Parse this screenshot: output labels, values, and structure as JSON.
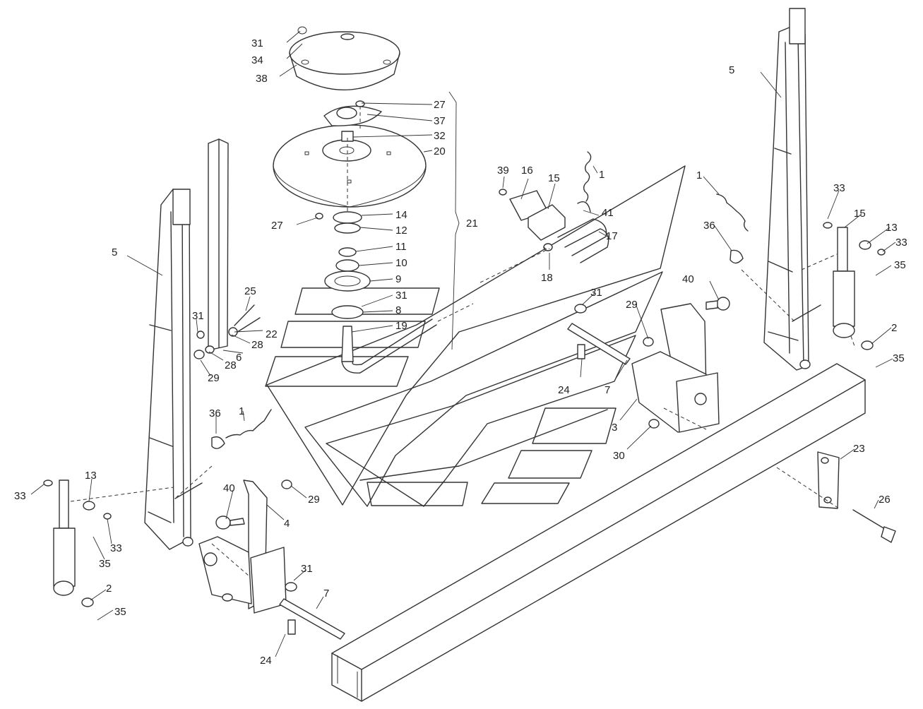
{
  "colors": {
    "line": "#333333",
    "text": "#222222",
    "background": "#ffffff"
  },
  "callouts": [
    {
      "id": "c31a",
      "text": "31"
    },
    {
      "id": "c34",
      "text": "34"
    },
    {
      "id": "c38",
      "text": "38"
    },
    {
      "id": "c27a",
      "text": "27"
    },
    {
      "id": "c37",
      "text": "37"
    },
    {
      "id": "c32",
      "text": "32"
    },
    {
      "id": "c20",
      "text": "20"
    },
    {
      "id": "c27b",
      "text": "27"
    },
    {
      "id": "c14",
      "text": "14"
    },
    {
      "id": "c12",
      "text": "12"
    },
    {
      "id": "c11",
      "text": "11"
    },
    {
      "id": "c10",
      "text": "10"
    },
    {
      "id": "c9",
      "text": "9"
    },
    {
      "id": "c31b",
      "text": "31"
    },
    {
      "id": "c8",
      "text": "8"
    },
    {
      "id": "c19",
      "text": "19"
    },
    {
      "id": "c21",
      "text": "21"
    },
    {
      "id": "c39",
      "text": "39"
    },
    {
      "id": "c16",
      "text": "16"
    },
    {
      "id": "c15a",
      "text": "15"
    },
    {
      "id": "c1a",
      "text": "1"
    },
    {
      "id": "c41",
      "text": "41"
    },
    {
      "id": "c17",
      "text": "17"
    },
    {
      "id": "c18",
      "text": "18"
    },
    {
      "id": "c1b",
      "text": "1"
    },
    {
      "id": "c36a",
      "text": "36"
    },
    {
      "id": "c5a",
      "text": "5"
    },
    {
      "id": "c33a",
      "text": "33"
    },
    {
      "id": "c15b",
      "text": "15"
    },
    {
      "id": "c13a",
      "text": "13"
    },
    {
      "id": "c33b",
      "text": "33"
    },
    {
      "id": "c35a",
      "text": "35"
    },
    {
      "id": "c2a",
      "text": "2"
    },
    {
      "id": "c35b",
      "text": "35"
    },
    {
      "id": "c40a",
      "text": "40"
    },
    {
      "id": "c31c",
      "text": "31"
    },
    {
      "id": "c29a",
      "text": "29"
    },
    {
      "id": "c24a",
      "text": "24"
    },
    {
      "id": "c7a",
      "text": "7"
    },
    {
      "id": "c3",
      "text": "3"
    },
    {
      "id": "c30",
      "text": "30"
    },
    {
      "id": "c5b",
      "text": "5"
    },
    {
      "id": "c25",
      "text": "25"
    },
    {
      "id": "c31d",
      "text": "31"
    },
    {
      "id": "c22",
      "text": "22"
    },
    {
      "id": "c28a",
      "text": "28"
    },
    {
      "id": "c28b",
      "text": "28"
    },
    {
      "id": "c6",
      "text": "6"
    },
    {
      "id": "c29b",
      "text": "29"
    },
    {
      "id": "c36b",
      "text": "36"
    },
    {
      "id": "c1c",
      "text": "1"
    },
    {
      "id": "c13b",
      "text": "13"
    },
    {
      "id": "c33c",
      "text": "33"
    },
    {
      "id": "c33d",
      "text": "33"
    },
    {
      "id": "c35c",
      "text": "35"
    },
    {
      "id": "c2b",
      "text": "2"
    },
    {
      "id": "c35d",
      "text": "35"
    },
    {
      "id": "c40b",
      "text": "40"
    },
    {
      "id": "c29c",
      "text": "29"
    },
    {
      "id": "c4",
      "text": "4"
    },
    {
      "id": "c31e",
      "text": "31"
    },
    {
      "id": "c7b",
      "text": "7"
    },
    {
      "id": "c24b",
      "text": "24"
    },
    {
      "id": "c23",
      "text": "23"
    },
    {
      "id": "c26",
      "text": "26"
    }
  ]
}
